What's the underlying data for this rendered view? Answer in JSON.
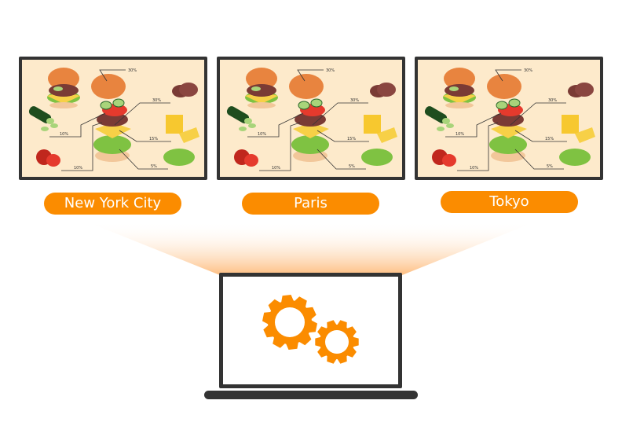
{
  "cities": [
    "New York City",
    "Paris",
    "Tokyo"
  ],
  "infographic": {
    "labels": [
      "30%",
      "30%",
      "10%",
      "15%",
      "10%",
      "5%"
    ]
  },
  "colors": {
    "accent": "#fb8c00",
    "frame": "#333333",
    "screen_bg": "#fdeacb"
  },
  "icons": [
    "burger-infographic",
    "gears-icon",
    "laptop-icon"
  ]
}
